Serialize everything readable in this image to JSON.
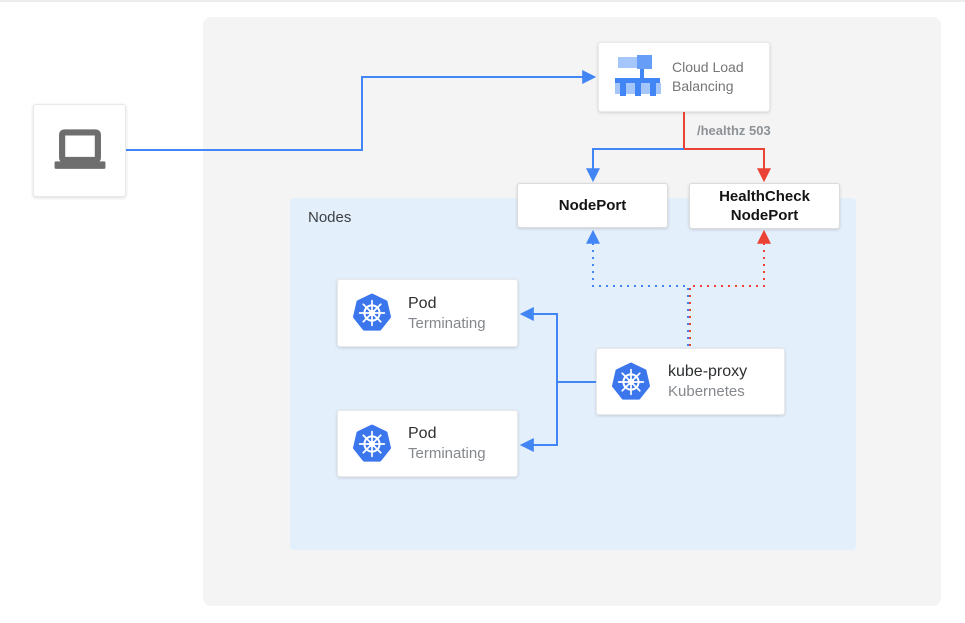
{
  "colors": {
    "traffic_blue": "#4285F4",
    "healthcheck_red": "#EA4335",
    "kubernetes_blue": "#3B76ED",
    "laptop_gray": "#6E6E6E",
    "nodes_group_bg": "#E4EFFC",
    "canvas_bg": "#F4F4F4",
    "lb_icon_light": "#A5C6FB",
    "lb_icon_mid": "#669DF6"
  },
  "diagram": {
    "client": {
      "icon": "laptop"
    },
    "cloud_load_balancing": {
      "line1": "Cloud Load",
      "line2": "Balancing",
      "icon": "cloud-load-balancer"
    },
    "healthz_label": "/healthz 503",
    "nodeport": {
      "label": "NodePort"
    },
    "healthcheck_nodeport": {
      "line1": "HealthCheck",
      "line2": "NodePort"
    },
    "nodes_group": {
      "label": "Nodes"
    },
    "pod_1": {
      "title": "Pod",
      "status": "Terminating",
      "icon": "kubernetes"
    },
    "pod_2": {
      "title": "Pod",
      "status": "Terminating",
      "icon": "kubernetes"
    },
    "kube_proxy": {
      "title": "kube-proxy",
      "subtitle": "Kubernetes",
      "icon": "kubernetes"
    },
    "edges": [
      {
        "from": "client",
        "to": "cloud_load_balancing",
        "style": "solid",
        "color": "traffic_blue"
      },
      {
        "from": "cloud_load_balancing",
        "to": "nodeport",
        "style": "solid",
        "color": "traffic_blue"
      },
      {
        "from": "cloud_load_balancing",
        "to": "healthcheck_nodeport",
        "style": "solid",
        "color": "healthcheck_red",
        "label": "/healthz 503"
      },
      {
        "from": "kube_proxy",
        "to": "nodeport",
        "style": "dotted",
        "color": "traffic_blue"
      },
      {
        "from": "kube_proxy",
        "to": "healthcheck_nodeport",
        "style": "dotted",
        "color": "healthcheck_red"
      },
      {
        "from": "kube_proxy",
        "to": "pod_1",
        "style": "solid",
        "color": "traffic_blue"
      },
      {
        "from": "kube_proxy",
        "to": "pod_2",
        "style": "solid",
        "color": "traffic_blue"
      }
    ]
  }
}
